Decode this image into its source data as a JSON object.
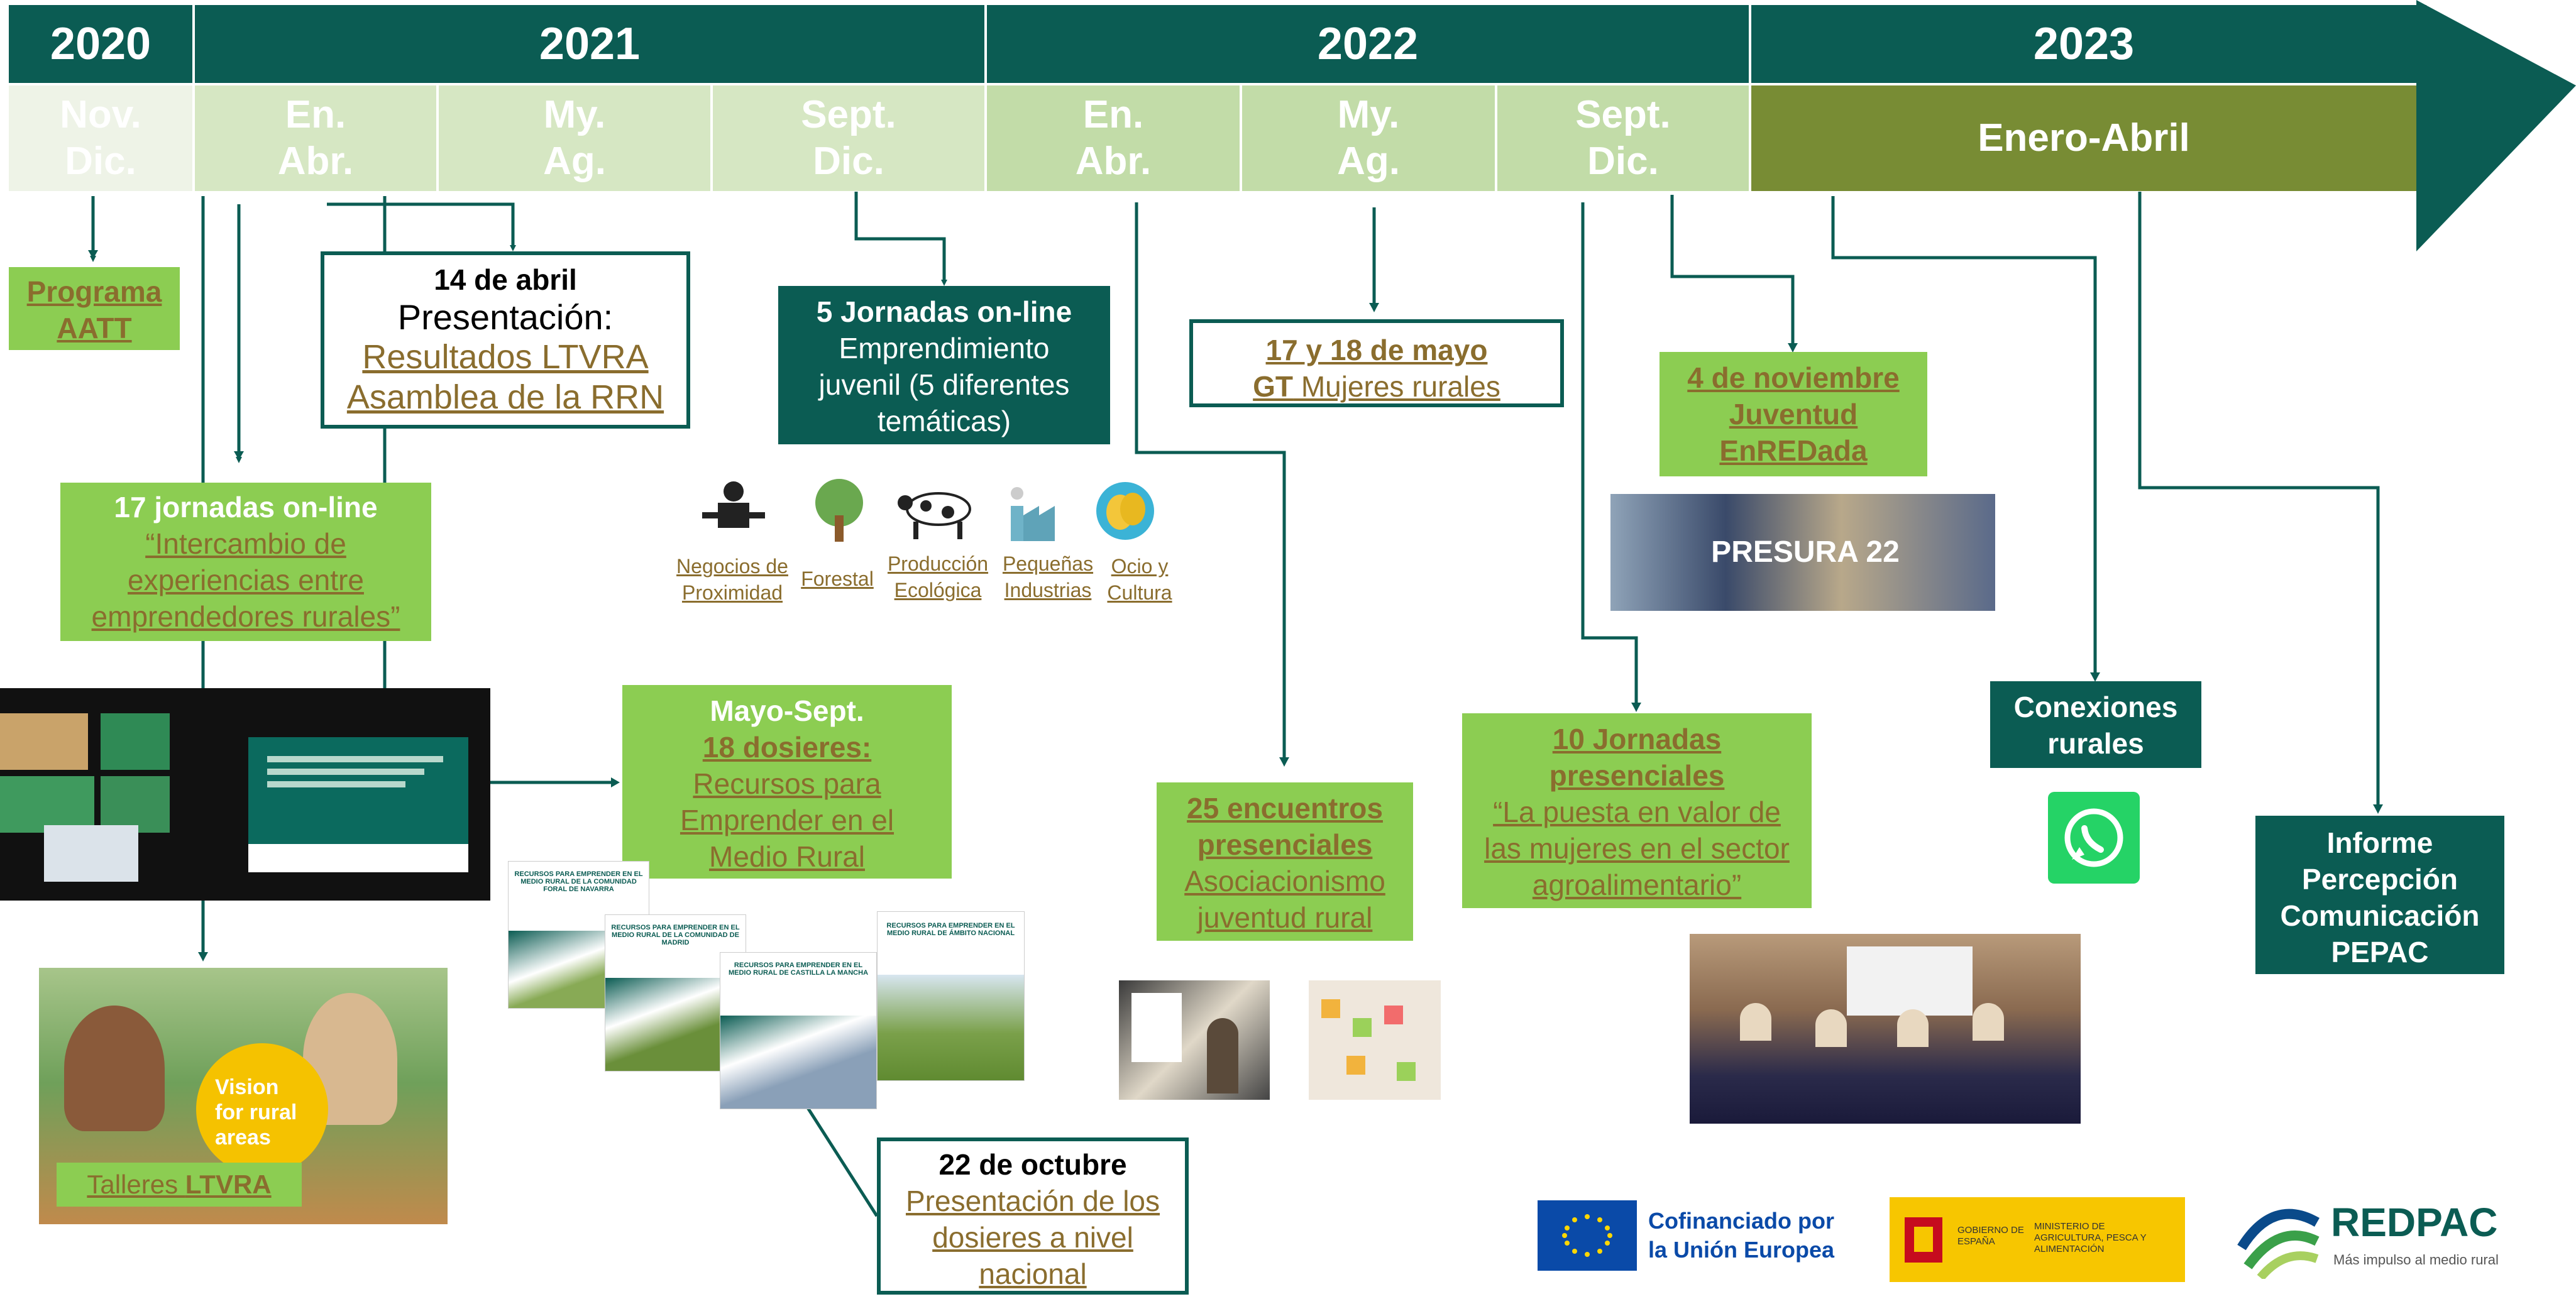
{
  "colors": {
    "teal": "#0b5c53",
    "green": "#8ccd52",
    "olive": "#788c34",
    "pale": "#e6f0d8",
    "link": "#8a6d2e"
  },
  "timeline": {
    "years": [
      "2020",
      "2021",
      "2022",
      "2023"
    ],
    "periods": [
      {
        "l1": "Nov.",
        "l2": "Dic."
      },
      {
        "l1": "En.",
        "l2": "Abr."
      },
      {
        "l1": "My.",
        "l2": "Ag."
      },
      {
        "l1": "Sept.",
        "l2": "Dic."
      },
      {
        "l1": "En.",
        "l2": "Abr."
      },
      {
        "l1": "My.",
        "l2": "Ag."
      },
      {
        "l1": "Sept.",
        "l2": "Dic."
      },
      {
        "l1": "Enero-Abril",
        "l2": ""
      }
    ]
  },
  "events": {
    "programa": {
      "l1": "Programa",
      "l2": "AATT"
    },
    "abril": {
      "date": "14 de abril",
      "title": "Presentación:",
      "l1": "Resultados LTVRA",
      "l2": "Asamblea de la RRN"
    },
    "jornadas17": {
      "title": "17 jornadas on-line",
      "l1": "“Intercambio de",
      "l2": "experiencias entre",
      "l3": "emprendedores rurales”"
    },
    "talleres": {
      "a": "Talleres ",
      "b": "LTVRA"
    },
    "vision": {
      "l1": "Vision",
      "l2": "for rural",
      "l3": "areas"
    },
    "jornadas5": {
      "title": "5 Jornadas on-line",
      "l1": "Emprendimiento",
      "l2": "juvenil (5 diferentes",
      "l3": "temáticas)"
    },
    "themes": [
      {
        "l1": "Negocios de",
        "l2": "Proximidad"
      },
      {
        "l1": "Forestal",
        "l2": ""
      },
      {
        "l1": "Producción",
        "l2": "Ecológica"
      },
      {
        "l1": "Pequeñas",
        "l2": "Industrias"
      },
      {
        "l1": "Ocio y",
        "l2": "Cultura"
      }
    ],
    "dosieres": {
      "title": "Mayo-Sept.",
      "b": "18 dosieres:",
      "l1": "Recursos para",
      "l2": "Emprender en el",
      "l3": "Medio Rural"
    },
    "octubre": {
      "date": "22 de octubre",
      "l1": "Presentación de los",
      "l2": "dosieres a nivel",
      "l3": "nacional"
    },
    "mayo": {
      "date": "17 y 18 de mayo",
      "gt": "GT",
      "rest": " Mujeres rurales"
    },
    "encuentros": {
      "l1": "25 encuentros",
      "l2": "presenciales",
      "l3": "Asociacionismo",
      "l4": "juventud rural"
    },
    "noviembre": {
      "l1": "4 de noviembre",
      "l2": "Juventud",
      "l3": "EnREDada"
    },
    "presura": "PRESURA 22",
    "jornadas10": {
      "l1": "10 Jornadas",
      "l2": "presenciales",
      "l3": "“La puesta en valor de",
      "l4": "las mujeres en el sector",
      "l5": "agroalimentario”"
    },
    "conexiones": {
      "l1": "Conexiones",
      "l2": "rurales"
    },
    "informe": {
      "l1": "Informe",
      "l2": "Percepción",
      "l3": "Comunicación",
      "l4": "PEPAC"
    }
  },
  "dossier_covers": [
    {
      "t": "RECURSOS PARA EMPRENDER EN EL MEDIO RURAL DE LA COMUNIDAD FORAL DE NAVARRA"
    },
    {
      "t": "RECURSOS PARA EMPRENDER EN EL MEDIO RURAL DE LA COMUNIDAD DE MADRID"
    },
    {
      "t": "RECURSOS PARA EMPRENDER EN EL MEDIO RURAL DE CASTILLA LA MANCHA"
    },
    {
      "t": "RECURSOS PARA EMPRENDER EN EL MEDIO RURAL DE ÁMBITO NACIONAL"
    }
  ],
  "footer": {
    "eu": {
      "l1": "Cofinanciado por",
      "l2": "la Unión Europea"
    },
    "gob": {
      "a": "GOBIERNO DE ESPAÑA",
      "b": "MINISTERIO DE AGRICULTURA, PESCA Y ALIMENTACIÓN"
    },
    "redpac": {
      "name": "REDPAC",
      "tag": "Más impulso al medio rural"
    }
  }
}
